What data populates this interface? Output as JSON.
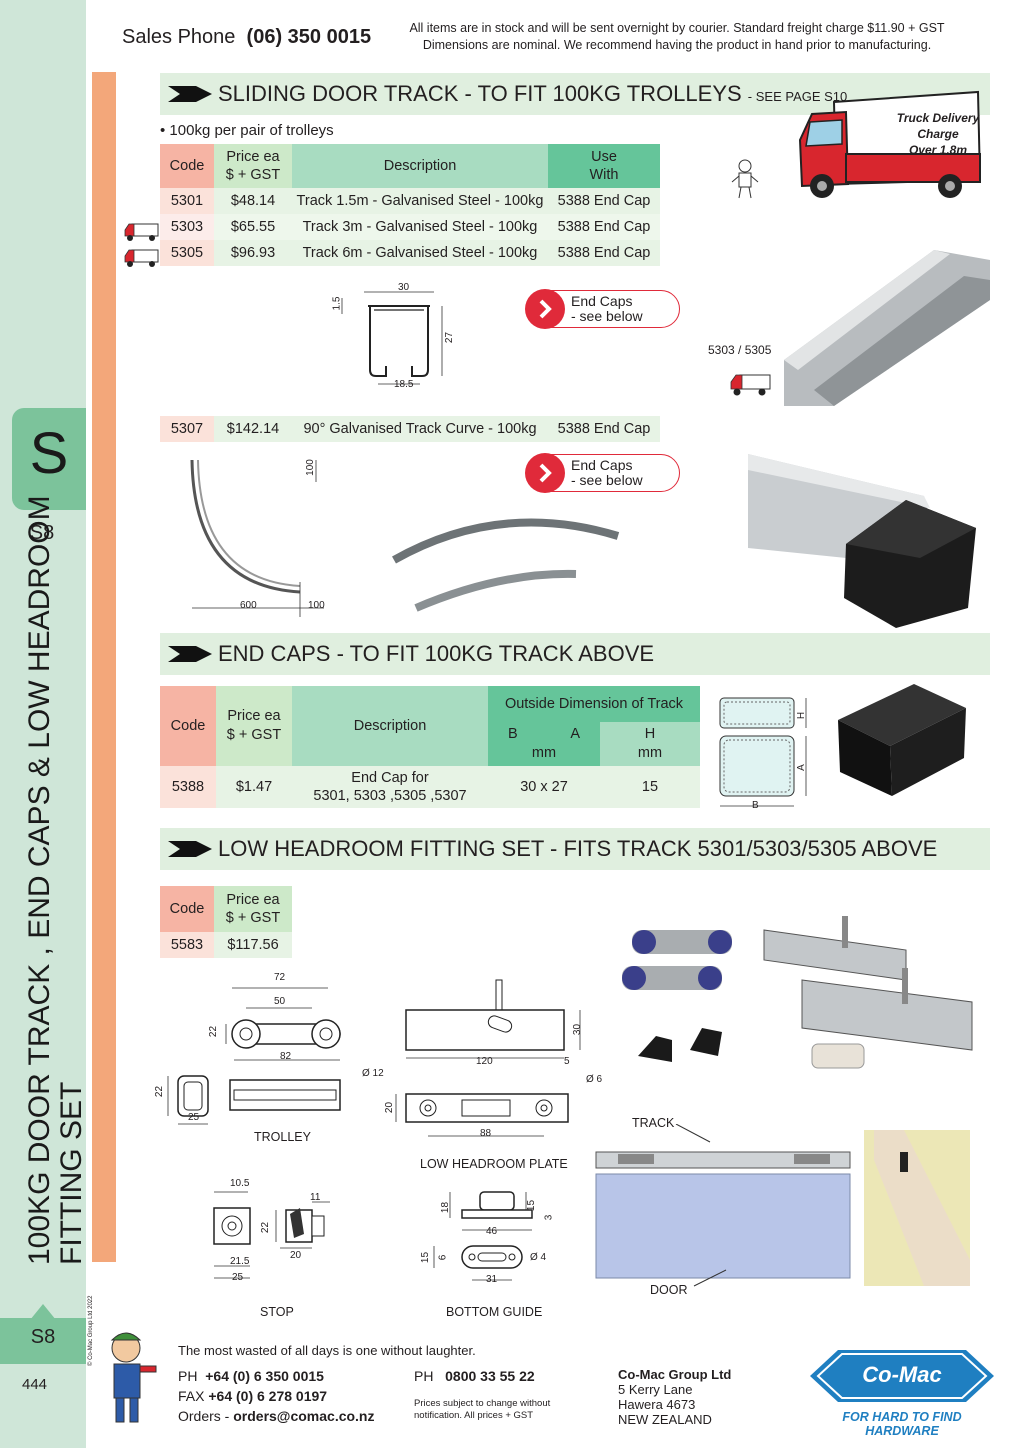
{
  "header": {
    "sales_label": "Sales Phone",
    "sales_phone": "(06) 350 0015",
    "note_line1": "All items are in stock and will be sent overnight by courier. Standard freight charge $11.90 + GST",
    "note_line2": "Dimensions are nominal. We recommend having the product in hand prior to manufacturing."
  },
  "sidebar": {
    "tab_letter": "S",
    "page_code_top": "S8",
    "vertical_title_line1": "100KG DOOR TRACK , END CAPS & LOW HEADROOM",
    "vertical_title_line2": "FITTING SET",
    "page_code_bottom": "S8",
    "page_number": "444",
    "copyright": "© Co-Mac Group Ltd 2022"
  },
  "truck": {
    "label_line1": "Truck Delivery",
    "label_line2": "Charge",
    "label_line3": "Over 1.8m"
  },
  "section1": {
    "title": "SLIDING DOOR TRACK - TO FIT 100KG TROLLEYS",
    "subtitle": "- SEE PAGE S10",
    "bullet": "• 100kg per pair of trolleys",
    "headers": {
      "code": "Code",
      "price1": "Price ea",
      "price2": "$ + GST",
      "desc": "Description",
      "use1": "Use",
      "use2": "With"
    },
    "rows": [
      {
        "code": "5301",
        "price": "$48.14",
        "desc": "Track 1.5m - Galvanised Steel - 100kg",
        "use": "5388 End Cap"
      },
      {
        "code": "5303",
        "price": "$65.55",
        "desc": "Track 3m - Galvanised Steel - 100kg",
        "use": "5388 End Cap"
      },
      {
        "code": "5305",
        "price": "$96.93",
        "desc": "Track 6m - Galvanised Steel - 100kg",
        "use": "5388 End Cap"
      }
    ],
    "curve_row": {
      "code": "5307",
      "price": "$142.14",
      "desc": "90° Galvanised Track Curve - 100kg",
      "use": "5388 End Cap"
    },
    "dims": {
      "d30": "30",
      "d15": "1.5",
      "d27": "27",
      "d185": "18.5",
      "d100a": "100",
      "d600": "600",
      "d100b": "100"
    },
    "photo_label": "5303 / 5305",
    "endcap_btn_line1": "End Caps",
    "endcap_btn_line2": "- see below"
  },
  "section2": {
    "title": "END CAPS - TO FIT 100KG TRACK ABOVE",
    "headers": {
      "code": "Code",
      "price1": "Price ea",
      "price2": "$ + GST",
      "desc": "Description",
      "outside": "Outside Dimension of Track",
      "b": "B",
      "a": "A",
      "mm1": "mm",
      "h": "H",
      "mm2": "mm"
    },
    "row": {
      "code": "5388",
      "price": "$1.47",
      "desc1": "End Cap for",
      "desc2": "5301, 5303 ,5305 ,5307",
      "ba": "30 x 27",
      "h": "15"
    },
    "diagram_labels": {
      "h": "H",
      "a": "A",
      "b": "B"
    }
  },
  "section3": {
    "title": "LOW HEADROOM FITTING SET - FITS TRACK 5301/5303/5305 ABOVE",
    "headers": {
      "code": "Code",
      "price1": "Price ea",
      "price2": "$ + GST"
    },
    "row": {
      "code": "5583",
      "price": "$117.56"
    },
    "trolley": {
      "caption": "TROLLEY",
      "d72": "72",
      "d50": "50",
      "d22a": "22",
      "d82": "82",
      "d22b": "22",
      "d25": "25"
    },
    "plate": {
      "caption": "LOW HEADROOM PLATE",
      "d30": "30",
      "d120": "120",
      "d5": "5",
      "d12": "Ø 12",
      "d6": "Ø 6",
      "d20": "20",
      "d88": "88"
    },
    "stop": {
      "caption": "STOP",
      "d105": "10.5",
      "d11": "11",
      "d22": "22",
      "d215": "21.5",
      "d20": "20",
      "d25": "25"
    },
    "guide": {
      "caption": "BOTTOM GUIDE",
      "d18": "18",
      "d15a": "15",
      "d3": "3",
      "d46": "46",
      "d15b": "15",
      "d6": "6",
      "d4": "Ø 4",
      "d31": "31"
    },
    "install": {
      "track": "TRACK",
      "door": "DOOR"
    }
  },
  "footer": {
    "quote": "The most wasted of all days is one without laughter.",
    "ph_label": "PH",
    "ph": "+64 (0) 6 350 0015",
    "fax_label": "FAX",
    "fax": "+64 (0) 6 278 0197",
    "orders_label": "Orders -",
    "orders": "orders@comac.co.nz",
    "ph2_label": "PH",
    "ph2": "0800 33 55 22",
    "prices_note1": "Prices subject to change without",
    "prices_note2": "notification. All prices + GST",
    "company": "Co-Mac Group Ltd",
    "addr1": "5 Kerry Lane",
    "addr2": "Hawera 4673",
    "addr3": "NEW ZEALAND",
    "logo": "Co-Mac",
    "tagline": "FOR HARD TO FIND HARDWARE"
  },
  "colors": {
    "accent_green": "#7cc39b",
    "accent_orange": "#f3a77a",
    "logo_blue": "#1f7fc1",
    "cap_red": "#e02a3a"
  }
}
